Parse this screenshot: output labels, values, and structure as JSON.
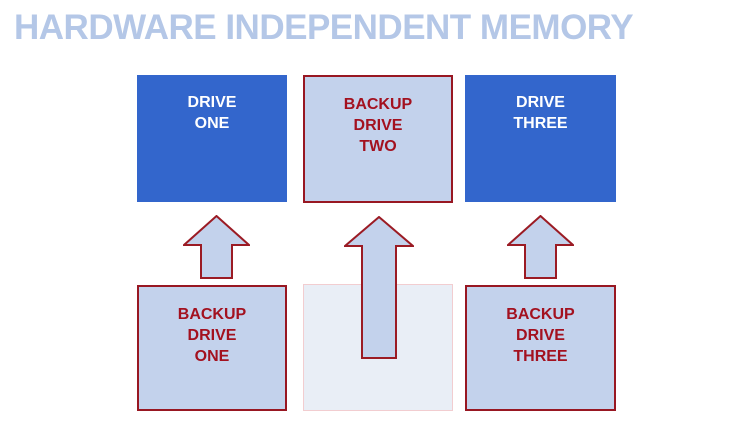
{
  "title": "HARDWARE INDEPENDENT MEMORY",
  "colors": {
    "title_text": "#b4c7e7",
    "primary_box_fill": "#3366cc",
    "primary_box_text": "#ffffff",
    "backup_box_fill": "#c3d2ec",
    "backup_box_border": "#981722",
    "backup_box_text": "#a3111f",
    "empty_box_fill": "#e9eef6",
    "empty_box_border": "#f2cdd0",
    "arrow_fill": "#c3d2ec",
    "arrow_stroke": "#9b1b24",
    "background": "#ffffff"
  },
  "diagram": {
    "top_row": [
      {
        "id": "drive-one",
        "label": "DRIVE\nONE",
        "style": "primary"
      },
      {
        "id": "backup-drive-two",
        "label": "BACKUP\nDRIVE\nTWO",
        "style": "backup"
      },
      {
        "id": "drive-three",
        "label": "DRIVE\nTHREE",
        "style": "primary"
      }
    ],
    "bottom_row": [
      {
        "id": "backup-drive-one",
        "label": "BACKUP\nDRIVE\nONE",
        "style": "backup"
      },
      {
        "id": "empty-slot",
        "label": "",
        "style": "pale"
      },
      {
        "id": "backup-drive-three",
        "label": "BACKUP\nDRIVE\nTHREE",
        "style": "backup"
      }
    ],
    "arrows": [
      {
        "id": "up-arrow-one",
        "direction": "up"
      },
      {
        "id": "up-arrow-two",
        "direction": "up"
      },
      {
        "id": "up-arrow-three",
        "direction": "up"
      }
    ]
  }
}
